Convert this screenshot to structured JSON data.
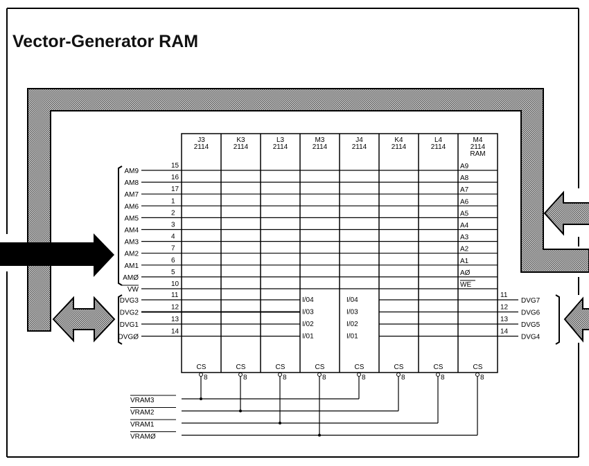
{
  "title": "Vector-Generator RAM",
  "chips": [
    {
      "ref": "J3",
      "type": "2114",
      "extra": ""
    },
    {
      "ref": "K3",
      "type": "2114",
      "extra": ""
    },
    {
      "ref": "L3",
      "type": "2114",
      "extra": ""
    },
    {
      "ref": "M3",
      "type": "2114",
      "extra": ""
    },
    {
      "ref": "J4",
      "type": "2114",
      "extra": ""
    },
    {
      "ref": "K4",
      "type": "2114",
      "extra": ""
    },
    {
      "ref": "L4",
      "type": "2114",
      "extra": ""
    },
    {
      "ref": "M4",
      "type": "2114",
      "extra": "RAM"
    }
  ],
  "address_signals": [
    {
      "signal": "AM9",
      "pin": "15",
      "chip_pin": "A9"
    },
    {
      "signal": "AM8",
      "pin": "16",
      "chip_pin": "A8"
    },
    {
      "signal": "AM7",
      "pin": "17",
      "chip_pin": "A7"
    },
    {
      "signal": "AM6",
      "pin": "1",
      "chip_pin": "A6"
    },
    {
      "signal": "AM5",
      "pin": "2",
      "chip_pin": "A5"
    },
    {
      "signal": "AM4",
      "pin": "3",
      "chip_pin": "A4"
    },
    {
      "signal": "AM3",
      "pin": "4",
      "chip_pin": "A3"
    },
    {
      "signal": "AM2",
      "pin": "7",
      "chip_pin": "A2"
    },
    {
      "signal": "AM1",
      "pin": "6",
      "chip_pin": "A1"
    },
    {
      "signal": "AMØ",
      "pin": "5",
      "chip_pin": "AØ"
    },
    {
      "signal": "VW",
      "pin": "10",
      "chip_pin": "WE"
    }
  ],
  "data_left": [
    {
      "signal": "DVG3",
      "pin": "11",
      "io": "I/04"
    },
    {
      "signal": "DVG2",
      "pin": "12",
      "io": "I/03"
    },
    {
      "signal": "DVG1",
      "pin": "13",
      "io": "I/02"
    },
    {
      "signal": "DVGØ",
      "pin": "14",
      "io": "I/01"
    }
  ],
  "data_right": [
    {
      "signal": "DVG7",
      "pin": "11",
      "io": "I/04"
    },
    {
      "signal": "DVG6",
      "pin": "12",
      "io": "I/03"
    },
    {
      "signal": "DVG5",
      "pin": "13",
      "io": "I/02"
    },
    {
      "signal": "DVG4",
      "pin": "14",
      "io": "I/01"
    }
  ],
  "cs_label": "CS",
  "cs_pin": "8",
  "vram_signals": [
    "VRAM3",
    "VRAM2",
    "VRAM1",
    "VRAMØ"
  ],
  "colors": {
    "band_fill": "#a8a8a8",
    "arrow_black": "#000000",
    "line": "#000000"
  }
}
